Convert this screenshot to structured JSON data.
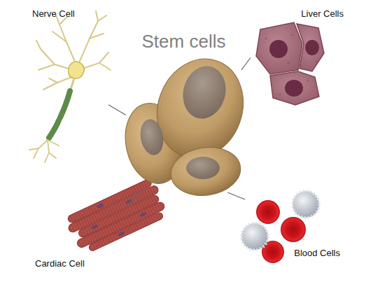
{
  "diagram": {
    "nodes": [
      {
        "text": [
          "Nerve Cell"
        ]
      },
      {
        "text": [
          "Stem cells"
        ]
      },
      {
        "text": [
          "Liver Cells"
        ]
      },
      {
        "text": [
          "Cardiac Cell"
        ]
      },
      {
        "text": [
          "Blood Cells"
        ]
      }
    ],
    "edges": [
      {
        "from": 1,
        "to": 0,
        "arrow": "none"
      },
      {
        "from": 1,
        "to": 2,
        "arrow": "none"
      },
      {
        "from": 1,
        "to": 3,
        "arrow": "none"
      },
      {
        "from": 1,
        "to": 4,
        "arrow": "none"
      }
    ]
  }
}
